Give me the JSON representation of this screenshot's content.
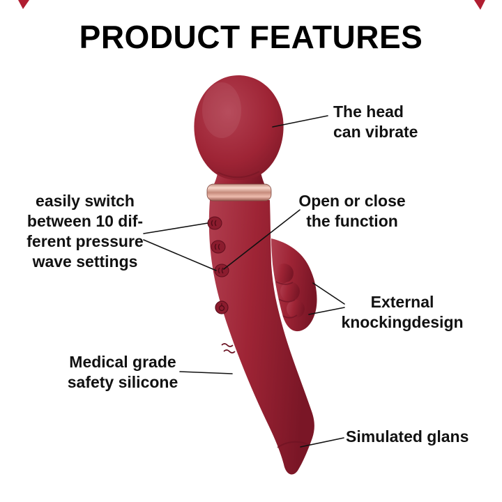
{
  "title": "PRODUCT FEATURES",
  "labels": {
    "head": "The head\ncan vibrate",
    "switch": "easily switch\nbetween 10 dif-\nferent pressure\nwave settings",
    "function": "Open or close\nthe function",
    "knocking": "External\nknockingdesign",
    "silicone": "Medical grade\nsafety silicone",
    "glans": "Simulated glans"
  },
  "colors": {
    "device_body": "#9e2435",
    "device_highlight": "#b03e4f",
    "device_shadow": "#7a1626",
    "metal_band": "#eebcae",
    "corner_accent": "#b01e31",
    "callout_line": "#111111",
    "title_text": "#000000",
    "label_text": "#111111"
  }
}
